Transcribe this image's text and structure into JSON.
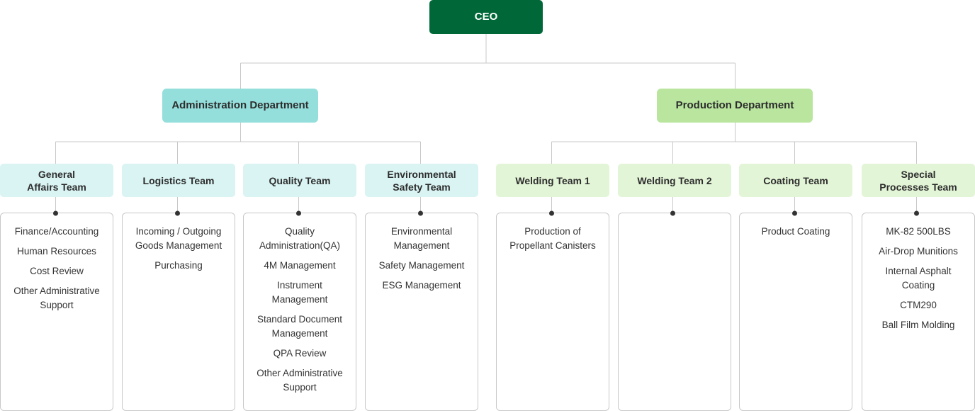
{
  "ceo": {
    "label": "CEO"
  },
  "departments": [
    {
      "label": "Administration Department"
    },
    {
      "label": "Production Department"
    }
  ],
  "teams": [
    {
      "label": "General\nAffairs Team",
      "items": [
        "Finance/Accounting",
        "Human Resources",
        "Cost Review",
        "Other Administrative Support"
      ]
    },
    {
      "label": "Logistics Team",
      "items": [
        "Incoming / Outgoing Goods Management",
        "Purchasing"
      ]
    },
    {
      "label": "Quality Team",
      "items": [
        "Quality Administration(QA)",
        "4M Management",
        "Instrument Management",
        "Standard Document Management",
        "QPA Review",
        "Other Administrative Support"
      ]
    },
    {
      "label": "Environmental\nSafety Team",
      "items": [
        "Environmental Management",
        "Safety Management",
        "ESG Management"
      ]
    },
    {
      "label": "Welding Team 1",
      "items": [
        "Production of Propellant Canisters"
      ]
    },
    {
      "label": "Welding Team 2",
      "items": []
    },
    {
      "label": "Coating Team",
      "items": [
        "Product Coating"
      ]
    },
    {
      "label": "Special\nProcesses Team",
      "items": [
        "MK-82 500LBS",
        "Air-Drop Munitions",
        "Internal Asphalt Coating",
        "CTM290",
        "Ball Film Molding"
      ]
    }
  ],
  "colors": {
    "ceo": "#006838",
    "admin_dept": "#94dfdc",
    "prod_dept": "#b9e59f",
    "admin_team": "#d9f4f3",
    "prod_team": "#e3f5d7",
    "connector": "#c8c8c8",
    "dot": "#333333"
  }
}
